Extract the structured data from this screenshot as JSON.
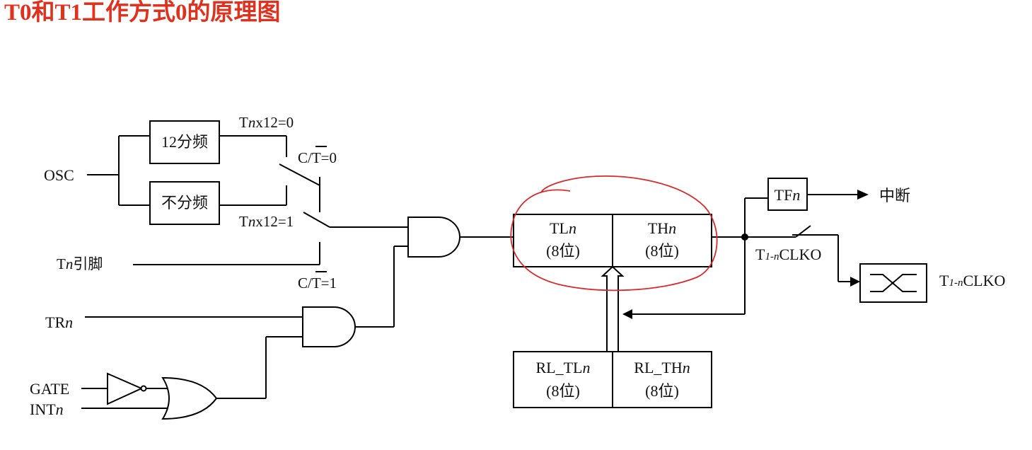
{
  "title": "T0和T1工作方式0的原理图",
  "colors": {
    "title": "#e0301e",
    "highlight_circle": "#d92b2b",
    "line": "#000000"
  },
  "labels": {
    "osc": "OSC",
    "div12": "12分频",
    "nodiv": "不分频",
    "tnx12_0": "x12=0",
    "tnx12_1": "x12=1",
    "ct_0_prefix": "C/",
    "ct_0_suffix": "=0",
    "ct_1_prefix": "C/",
    "ct_1_suffix": "=1",
    "ct_t": "T",
    "tn_pin": "引脚",
    "trn": "TR",
    "gate": "GATE",
    "intn": "INT",
    "tln": "TL",
    "thn": "TH",
    "bits8": "(8位)",
    "rl_tln": "RL_TL",
    "rl_thn": "RL_TH",
    "tfn": "TF",
    "interrupt": "中断",
    "clko_prefix": "T",
    "clko_sub": "1-n",
    "clko_suffix": "CLKO",
    "t_prefix": "T",
    "n": "n"
  }
}
